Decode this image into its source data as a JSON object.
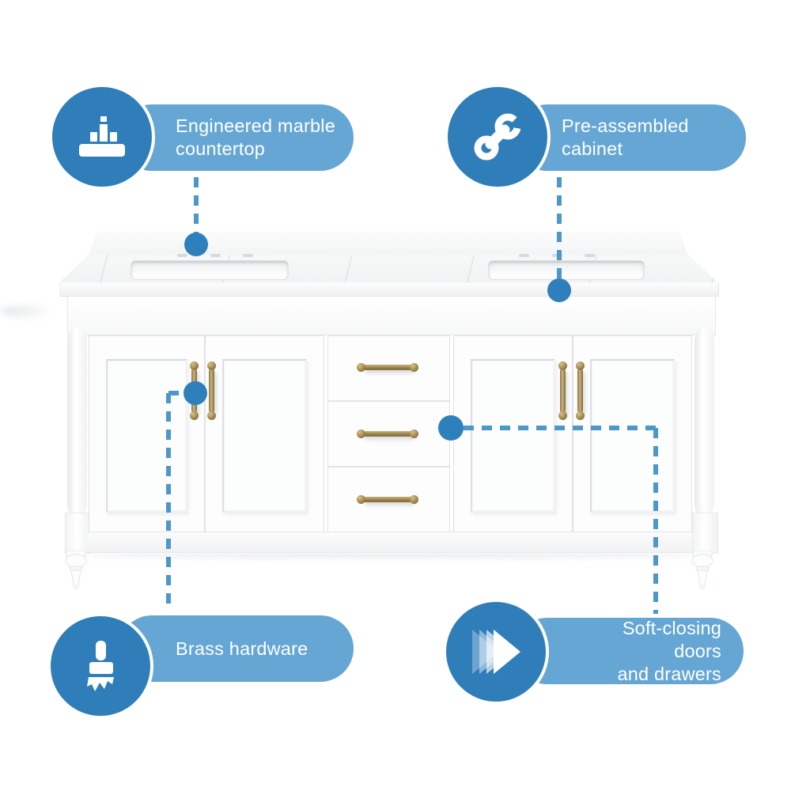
{
  "image": {
    "type": "product-feature-callout-diagram",
    "product": "White double-sink bathroom vanity with engineered marble top"
  },
  "colors": {
    "background": "#ffffff",
    "callout_circle": "#2f7eba",
    "callout_pill": "#65a6d4",
    "callout_text": "#ffffff",
    "leader_line": "#4d97c9",
    "leader_dot": "#2e80bd",
    "brass": "#a18647",
    "cabinet_white": "#fdfdfe",
    "cabinet_line": "#dfe2e4"
  },
  "callouts": [
    {
      "id": "engineered-marble-countertop",
      "position": "top-left",
      "icon": "countertop-icon",
      "label": "Engineered marble countertop",
      "lines": [
        "Engineered marble",
        "countertop"
      ]
    },
    {
      "id": "pre-assembled-cabinet",
      "position": "top-right",
      "icon": "wrench-icon",
      "label": "Pre-assembled cabinet",
      "lines": [
        "Pre-assembled cabinet"
      ]
    },
    {
      "id": "brass-hardware",
      "position": "bottom-left",
      "icon": "paint-brush-icon",
      "label": "Brass hardware",
      "lines": [
        "Brass hardware"
      ]
    },
    {
      "id": "soft-closing-doors-and-drawers",
      "position": "bottom-right",
      "icon": "fast-forward-icon",
      "label": "Soft-closing doors and drawers",
      "lines": [
        "Soft-closing doors",
        "and drawers"
      ]
    }
  ],
  "vanity": {
    "doors": 4,
    "drawers": 3,
    "sinks": 2,
    "faucet_holes_per_sink": 3,
    "hardware_finish": "brass",
    "legs": "turned front legs"
  }
}
